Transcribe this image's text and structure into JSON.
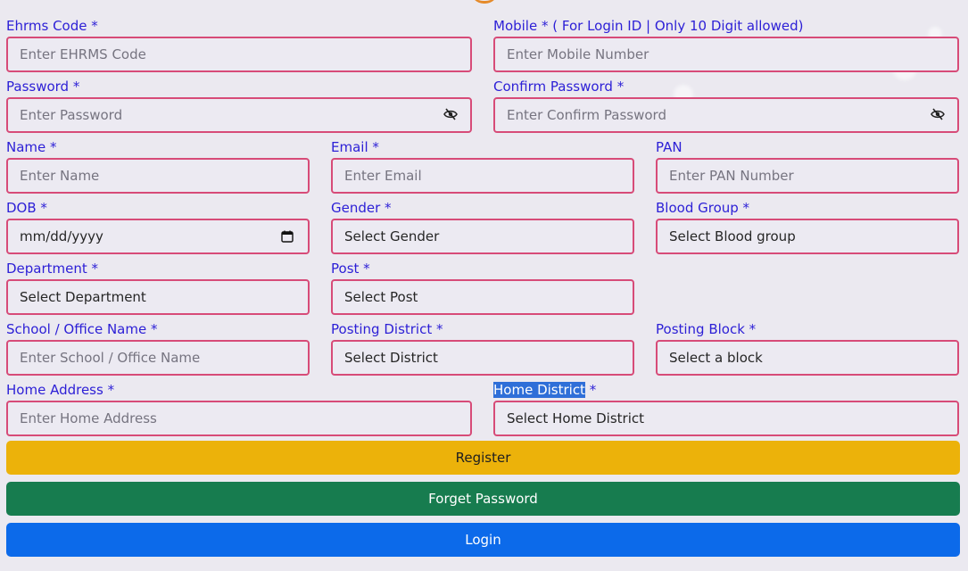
{
  "form": {
    "ehrms": {
      "label": "Ehrms Code *",
      "placeholder": "Enter EHRMS Code"
    },
    "mobile": {
      "label": "Mobile * ( For Login ID | Only 10 Digit allowed)",
      "placeholder": "Enter Mobile Number"
    },
    "password": {
      "label": "Password *",
      "placeholder": "Enter Password"
    },
    "confirm_password": {
      "label": "Confirm Password *",
      "placeholder": "Enter Confirm Password"
    },
    "name": {
      "label": "Name *",
      "placeholder": "Enter Name"
    },
    "email": {
      "label": "Email *",
      "placeholder": "Enter Email"
    },
    "pan": {
      "label": "PAN",
      "placeholder": "Enter PAN Number"
    },
    "dob": {
      "label": "DOB *",
      "value": "mm/dd/yyyy"
    },
    "gender": {
      "label": "Gender *",
      "value": "Select Gender"
    },
    "blood_group": {
      "label": "Blood Group *",
      "value": "Select Blood group"
    },
    "department": {
      "label": "Department *",
      "value": "Select Department"
    },
    "post": {
      "label": "Post *",
      "value": "Select Post"
    },
    "school": {
      "label": "School / Office Name *",
      "placeholder": "Enter School / Office Name"
    },
    "posting_district": {
      "label": "Posting District *",
      "value": "Select District"
    },
    "posting_block": {
      "label": "Posting Block *",
      "value": "Select a block"
    },
    "home_address": {
      "label": "Home Address *",
      "placeholder": "Enter Home Address"
    },
    "home_district": {
      "label_selected": "Home District",
      "label_suffix": " *",
      "value": "Select Home District"
    }
  },
  "buttons": {
    "register": "Register",
    "forget_password": "Forget Password",
    "login": "Login"
  },
  "colors": {
    "label": "#2c1fd6",
    "border": "#d74b78",
    "register": "#ecb20a",
    "forget": "#177c4f",
    "login": "#0c6aea"
  }
}
